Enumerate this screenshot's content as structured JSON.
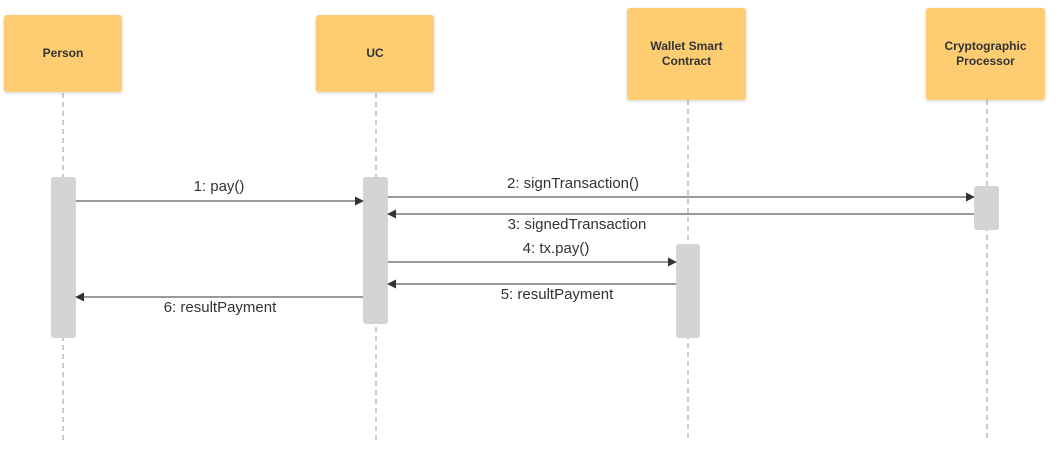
{
  "actors": [
    {
      "id": "person",
      "label": "Person"
    },
    {
      "id": "uc",
      "label": "UC"
    },
    {
      "id": "wallet",
      "label": "Wallet Smart\nContract"
    },
    {
      "id": "crypto",
      "label": "Cryptographic\nProcessor"
    }
  ],
  "messages": [
    {
      "label": "1: pay()",
      "from": "person",
      "to": "uc"
    },
    {
      "label": "2: signTransaction()",
      "from": "uc",
      "to": "crypto"
    },
    {
      "label": "3: signedTransaction",
      "from": "crypto",
      "to": "uc"
    },
    {
      "label": "4: tx.pay()",
      "from": "uc",
      "to": "wallet"
    },
    {
      "label": "5: resultPayment",
      "from": "wallet",
      "to": "uc"
    },
    {
      "label": "6: resultPayment",
      "from": "uc",
      "to": "person"
    }
  ],
  "colors": {
    "actor_fill": "#fecd71",
    "activation_fill": "#d3d4d6",
    "line": "#333333",
    "lifeline": "#9a9a9a"
  }
}
